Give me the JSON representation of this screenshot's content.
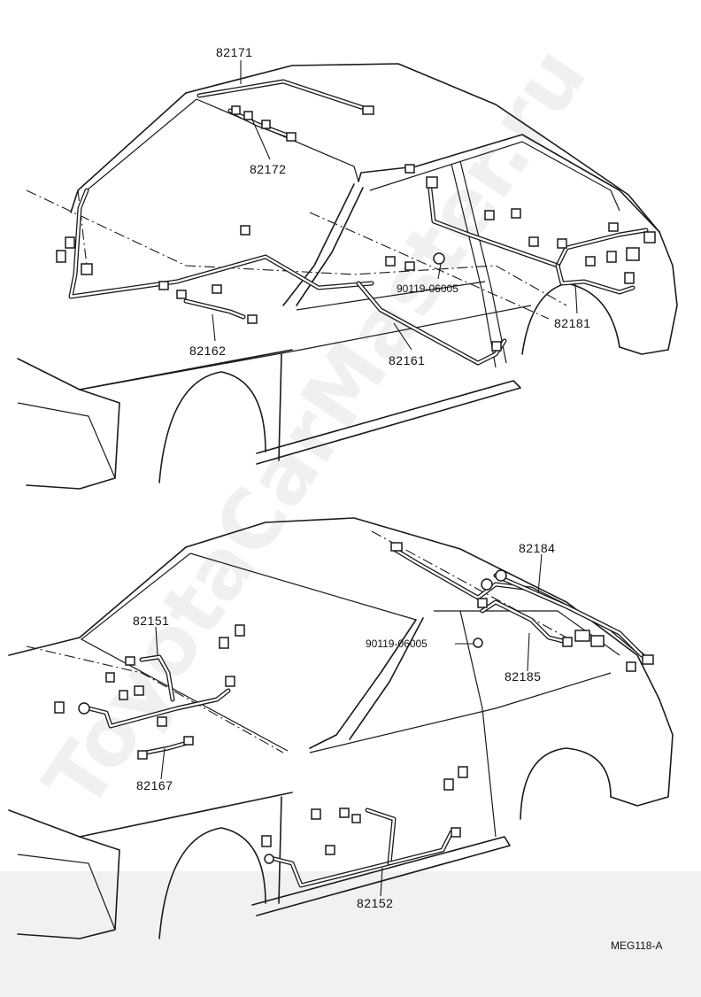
{
  "watermark": "ToyotaCarMaster.ru",
  "figure_code": "MEG118-A",
  "upper_view": {
    "labels": {
      "roof_harness": "82171",
      "roof_sub_harness": "82172",
      "dash_harness": "82162",
      "floor_harness": "82161",
      "rear_harness": "82181",
      "clip": "90119-06005"
    }
  },
  "lower_view": {
    "labels": {
      "engine_room_harness": "82151",
      "sub_harness": "82167",
      "door_harness": "82152",
      "back_door_harness": "82184",
      "back_sub_harness": "82185",
      "clip": "90119-06005"
    }
  }
}
